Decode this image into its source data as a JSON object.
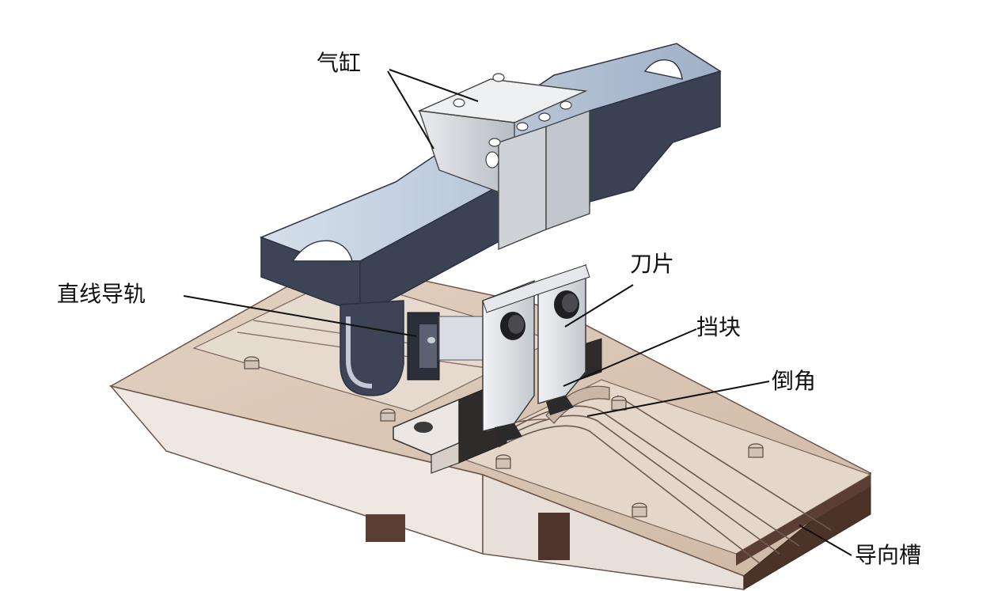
{
  "labels": {
    "cylinder": "气缸",
    "linear_rail": "直线导轨",
    "blade": "刀片",
    "stop_block": "挡块",
    "chamfer": "倒角",
    "guide_groove": "导向槽"
  },
  "colors": {
    "base_plate": "#d8c5b4",
    "base_side": "#e9e2dc",
    "base_dark": "#6a4a3c",
    "bracket": "#3f4658",
    "bracket_top": "#b9c7da",
    "cylinder": "#c9cdd3",
    "steel": "#d7dadf",
    "glass_cover": "#e4d8cd"
  }
}
